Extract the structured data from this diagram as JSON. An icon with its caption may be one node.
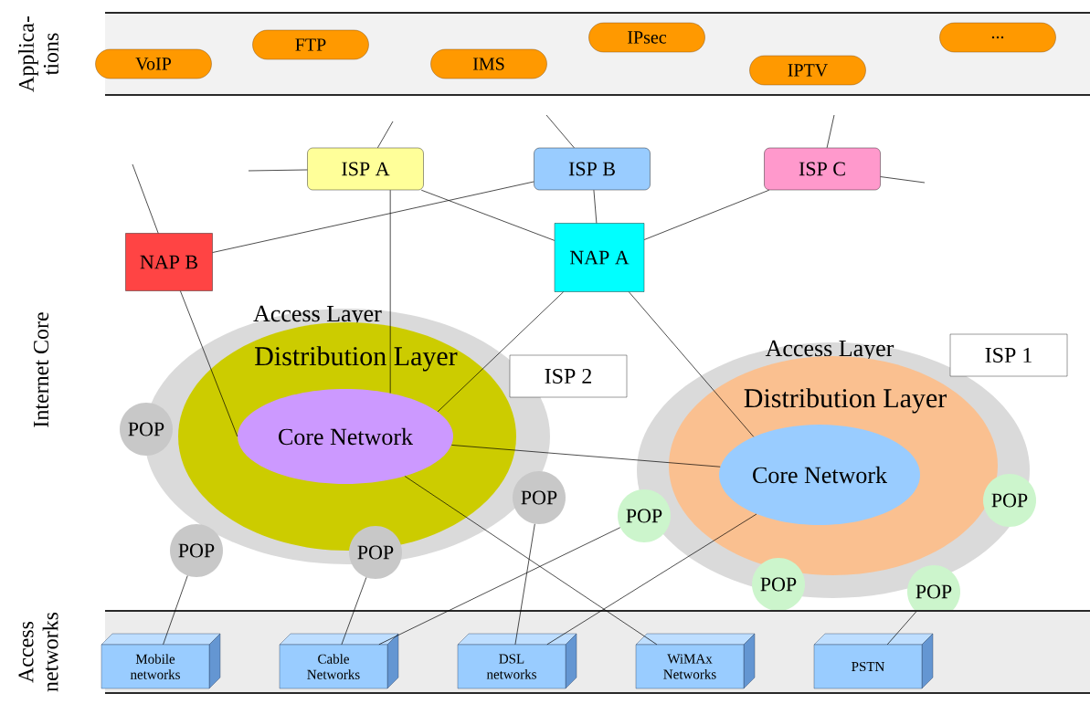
{
  "diagram": {
    "nodes": [
      {
        "text": [
          "Applica- tions"
        ]
      },
      {
        "text": [
          "VoIP"
        ],
        "in": 0
      },
      {
        "text": [
          "FTP"
        ],
        "in": 0
      },
      {
        "text": [
          "IMS"
        ],
        "in": 0
      },
      {
        "text": [
          "IPsec"
        ],
        "in": 0
      },
      {
        "text": [
          "IPTV"
        ],
        "in": 0
      },
      {
        "text": [
          "..."
        ],
        "in": 0
      },
      {
        "text": [
          "ISP A"
        ]
      },
      {
        "text": [
          "ISP B"
        ]
      },
      {
        "text": [
          "ISP C"
        ]
      },
      {
        "text": [
          "NAP B"
        ]
      },
      {
        "text": [
          "NAP A"
        ]
      },
      {
        "text": [
          "Access Layer"
        ]
      },
      {
        "text": [
          "Distribution Layer"
        ],
        "in": 12
      },
      {
        "text": [
          "Core Network"
        ],
        "in": 13
      },
      {
        "text": [
          "ISP 2"
        ]
      },
      {
        "text": [
          "Access Layer"
        ]
      },
      {
        "text": [
          "Distribution Layer"
        ],
        "in": 16
      },
      {
        "text": [
          "Core Network"
        ],
        "in": 17
      },
      {
        "text": [
          "ISP 1"
        ]
      },
      {
        "text": [
          "POP"
        ]
      },
      {
        "text": [
          "POP"
        ]
      },
      {
        "text": [
          "POP"
        ]
      },
      {
        "text": [
          "POP"
        ]
      },
      {
        "text": [
          "POP"
        ]
      },
      {
        "text": [
          "POP"
        ]
      },
      {
        "text": [
          "POP"
        ]
      },
      {
        "text": [
          "POP"
        ]
      },
      {
        "text": [
          "Access networks"
        ]
      },
      {
        "text": [
          "Mobile networks"
        ],
        "in": 28
      },
      {
        "text": [
          "Cable Networks"
        ],
        "in": 28
      },
      {
        "text": [
          "DSL networks"
        ],
        "in": 28
      },
      {
        "text": [
          "WiMAx Networks"
        ],
        "in": 28
      },
      {
        "text": [
          "PSTN"
        ],
        "in": 28
      }
    ],
    "edges": [
      {
        "from": 7,
        "to": null,
        "arrow": "none"
      },
      {
        "from": 7,
        "to": null,
        "arrow": "none"
      },
      {
        "from": 8,
        "to": null,
        "arrow": "none"
      },
      {
        "from": 9,
        "to": null,
        "arrow": "none"
      },
      {
        "from": 9,
        "to": null,
        "arrow": "none"
      },
      {
        "from": 10,
        "to": null,
        "arrow": "none"
      },
      {
        "from": 7,
        "to": 11,
        "arrow": "none"
      },
      {
        "from": 8,
        "to": 10,
        "arrow": "none"
      },
      {
        "from": 8,
        "to": 11,
        "arrow": "none"
      },
      {
        "from": 9,
        "to": 11,
        "arrow": "none"
      },
      {
        "from": 7,
        "to": 14,
        "arrow": "none"
      },
      {
        "from": 10,
        "to": 14,
        "arrow": "none"
      },
      {
        "from": 11,
        "to": 14,
        "arrow": "none"
      },
      {
        "from": 11,
        "to": 18,
        "arrow": "none"
      },
      {
        "from": 14,
        "to": 18,
        "arrow": "none"
      },
      {
        "from": 14,
        "to": 32,
        "arrow": "none"
      },
      {
        "from": 22,
        "to": 29,
        "arrow": "none"
      },
      {
        "from": 23,
        "to": 30,
        "arrow": "none"
      },
      {
        "from": 21,
        "to": 31,
        "arrow": "none"
      },
      {
        "from": 25,
        "to": 30,
        "arrow": "none"
      },
      {
        "from": 18,
        "to": 31,
        "arrow": "none"
      },
      {
        "from": 26,
        "to": 33,
        "arrow": "none"
      }
    ],
    "labels": [
      "Internet Core"
    ]
  }
}
